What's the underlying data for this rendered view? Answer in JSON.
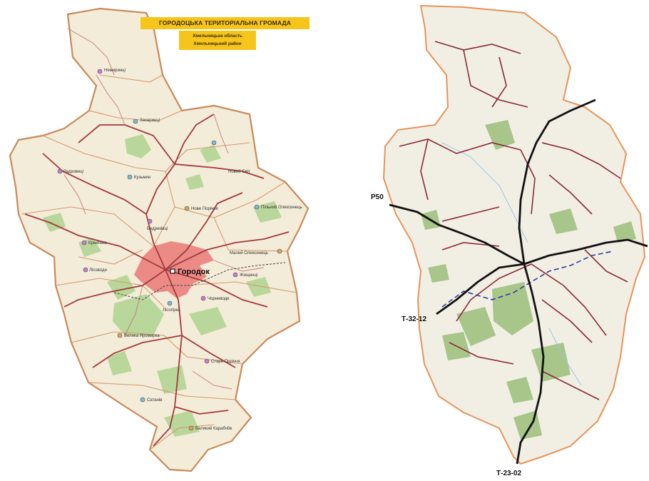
{
  "left_map": {
    "title": "ГОРОДОЦЬКА ТЕРИТОРІАЛЬНА ГРОМАДА",
    "subtitle_line1": "Хмельницька область",
    "subtitle_line2": "Хмельницький район",
    "center_city": "Городок",
    "colors": {
      "territory_fill": "#f3ecd9",
      "border": "#c98a5a",
      "roads": "#a33a3a",
      "forest": "#b9d79a",
      "city": "#ec8a86",
      "banner": "#f6c51b"
    },
    "settlements": [
      "Немиринці",
      "Захаринці",
      "Новий Світ",
      "Радковиці",
      "Кузьмин",
      "Нове Поріччя",
      "Бедриківці",
      "Кремінна",
      "Лісоводи",
      "Жищинці",
      "Чорниводи",
      "Лісогірка",
      "Велика Яромирка",
      "Старе Поріччя",
      "Сатанів",
      "Великий Карабчіїв",
      "Пільний Олексинець",
      "Малий Олексинець"
    ]
  },
  "right_map": {
    "road_labels": [
      "Р50",
      "Т-32-12",
      "Т-23-02"
    ],
    "colors": {
      "territory_fill": "#f1efe4",
      "border": "#e7935a",
      "highway": "#111111",
      "regional_roads": "#8b2a34",
      "railway": "#2d3c9b",
      "forest": "#a8c58a"
    }
  }
}
